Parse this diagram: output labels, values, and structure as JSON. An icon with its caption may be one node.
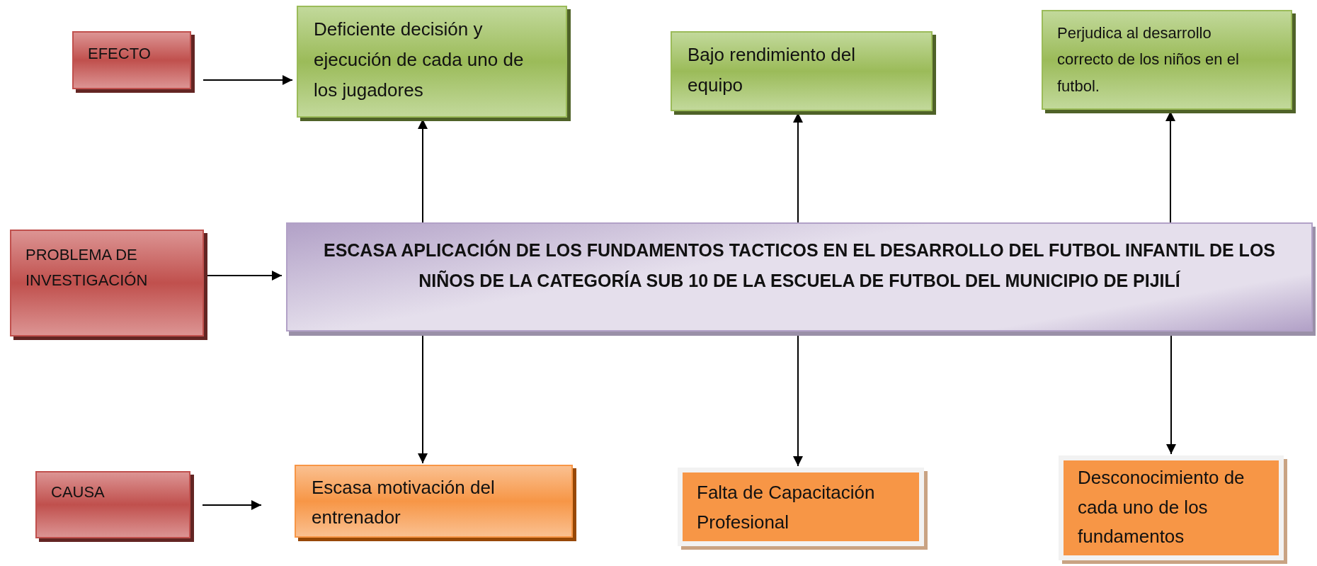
{
  "diagram": {
    "nodes": [
      {
        "text": [
          "EFECTO"
        ]
      },
      {
        "text": [
          "Deficiente decisión y ejecución de cada uno de los jugadores"
        ]
      },
      {
        "text": [
          "Bajo rendimiento del equipo"
        ]
      },
      {
        "text": [
          "Perjudica al desarrollo correcto de los niños en el futbol."
        ]
      },
      {
        "text": [
          "PROBLEMA DE INVESTIGACIÓN"
        ]
      },
      {
        "text": [
          "ESCASA APLICACIÓN DE LOS FUNDAMENTOS TACTICOS EN EL DESARROLLO DEL FUTBOL INFANTIL DE LOS NIÑOS DE LA CATEGORÍA SUB 10 DE LA ESCUELA DE FUTBOL DEL MUNICIPIO DE PIJILÍ"
        ]
      },
      {
        "text": [
          "CAUSA"
        ]
      },
      {
        "text": [
          "Escasa motivación del entrenador"
        ]
      },
      {
        "text": [
          "Falta de Capacitación Profesional"
        ]
      },
      {
        "text": [
          "Desconocimiento de cada uno de los fundamentos"
        ]
      }
    ],
    "edges": [
      {
        "from": 0,
        "to": 1,
        "arrow": "to"
      },
      {
        "from": 4,
        "to": 5,
        "arrow": "to"
      },
      {
        "from": 6,
        "to": null,
        "arrow": "to"
      },
      {
        "from": 5,
        "to": 1,
        "arrow": "to"
      },
      {
        "from": 5,
        "to": 2,
        "arrow": "to"
      },
      {
        "from": 5,
        "to": 3,
        "arrow": "to"
      },
      {
        "from": 5,
        "to": 7,
        "arrow": "to"
      },
      {
        "from": 5,
        "to": 8,
        "arrow": "to"
      },
      {
        "from": 5,
        "to": 9,
        "arrow": "to"
      }
    ]
  }
}
